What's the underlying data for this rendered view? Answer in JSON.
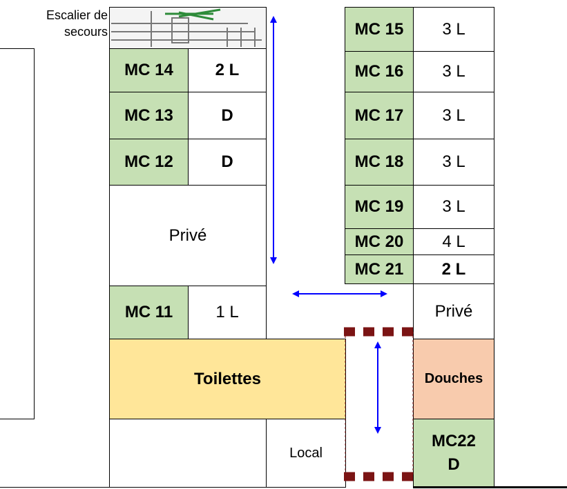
{
  "labels": {
    "escalier": "Escalier de",
    "secours": "secours"
  },
  "left_column": {
    "mc14": {
      "code": "MC 14",
      "value": "2 L"
    },
    "mc13": {
      "code": "MC 13",
      "value": "D"
    },
    "mc12": {
      "code": "MC 12",
      "value": "D"
    },
    "prive": "Privé",
    "mc11": {
      "code": "MC 11",
      "value": "1 L"
    }
  },
  "right_column": {
    "mc15": {
      "code": "MC 15",
      "value": "3 L"
    },
    "mc16": {
      "code": "MC 16",
      "value": "3 L"
    },
    "mc17": {
      "code": "MC 17",
      "value": "3 L"
    },
    "mc18": {
      "code": "MC 18",
      "value": "3 L"
    },
    "mc19": {
      "code": "MC 19",
      "value": "3 L"
    },
    "mc20": {
      "code": "MC 20",
      "value": "4 L"
    },
    "mc21": {
      "code": "MC 21",
      "value": "2 L"
    },
    "prive": "Privé",
    "douches": "Douches",
    "mc22": {
      "code": "MC22",
      "value": "D"
    }
  },
  "toilettes": "Toilettes",
  "local": "Local",
  "colors": {
    "emplacement": "#c6e0b4",
    "toilettes": "#ffe699",
    "douches": "#f8cbad",
    "arrow": "#0000ff",
    "barrier": "#7b1414"
  }
}
